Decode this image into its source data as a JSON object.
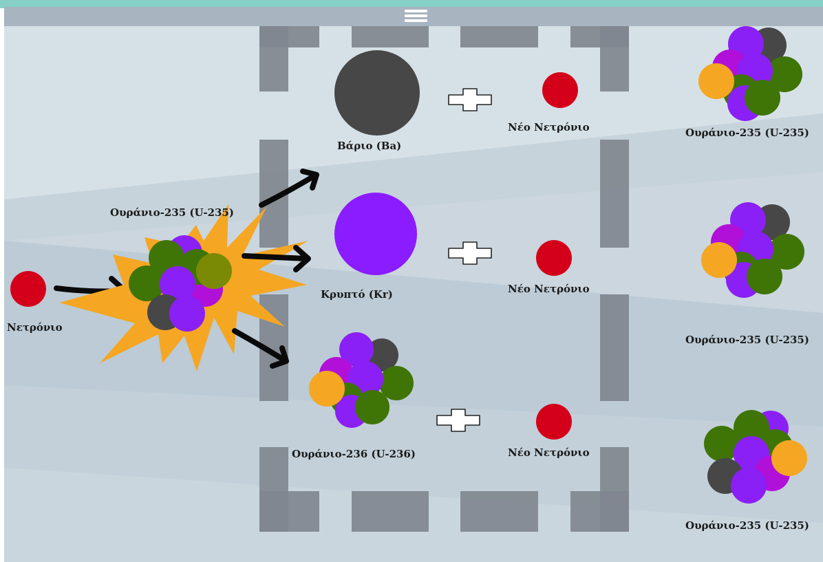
{
  "menu": {
    "icon": "hamburger-menu-icon"
  },
  "labels": {
    "neutron": "Νετρόνιο",
    "uranium235_center": "Ουράνιο-235 (U-235)",
    "barium": "Βάριο (Ba)",
    "krypton": "Κρυπτό (Kr)",
    "uranium236": "Ουράνιο-236 (U-236)",
    "new_neutron_1": "Νέο Νετρόνιο",
    "new_neutron_2": "Νέο Νετρόνιο",
    "new_neutron_3": "Νέο Νετρόνιο",
    "uranium235_right_1": "Ουράνιο-235 (U-235)",
    "uranium235_right_2": "Ουράνιο-235 (U-235)",
    "uranium235_right_3": "Ουράνιο-235 (U-235)"
  },
  "icons": [
    "hamburger-menu-icon",
    "plus-icon",
    "arrow-icon",
    "explosion-icon"
  ],
  "colors": {
    "neutron": "#d4001a",
    "barium": "#474747",
    "krypton": "#8b1cff",
    "purple": "#8a20f5",
    "magenta": "#b010d8",
    "green": "#3f7406",
    "olive": "#7a8a05",
    "orange": "#f5a623",
    "dark": "#474747",
    "frame": "#80878f",
    "menubar": "#a8b4bf",
    "topbar": "#86d0c6"
  }
}
